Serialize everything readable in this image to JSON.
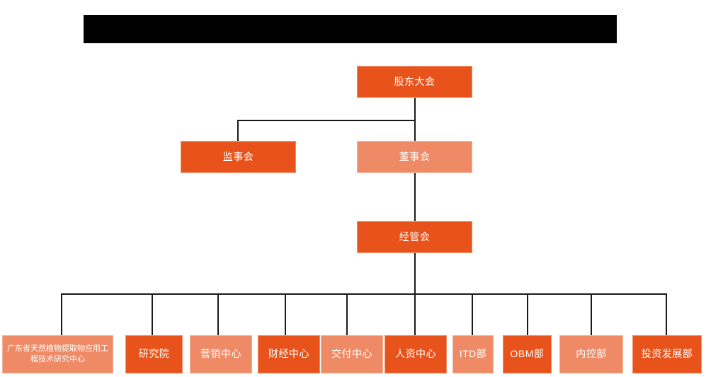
{
  "diagram": {
    "title_banner": {
      "label": "redacted-title-bar",
      "text": ""
    },
    "colors": {
      "deep_orange": "#E8531C",
      "light_orange": "#EE8A66",
      "line": "#1a1a1a",
      "banner": "#000000",
      "background": "#ffffff",
      "text": "#ffffff"
    },
    "levels": [
      {
        "name": "level-1",
        "nodes": [
          {
            "id": "shareholders-meeting",
            "label": "股东大会",
            "tone": "deep"
          }
        ]
      },
      {
        "name": "level-2",
        "nodes": [
          {
            "id": "board-of-supervisors",
            "label": "监事会",
            "tone": "deep"
          },
          {
            "id": "board-of-directors",
            "label": "董事会",
            "tone": "light"
          }
        ]
      },
      {
        "name": "level-3",
        "nodes": [
          {
            "id": "management-committee",
            "label": "经管会",
            "tone": "deep"
          }
        ]
      },
      {
        "name": "level-4",
        "nodes": [
          {
            "id": "gd-plant-extract-center",
            "label": "广东省天然植物提取物应用工程技术研究中心",
            "tone": "light"
          },
          {
            "id": "research-institute",
            "label": "研究院",
            "tone": "deep"
          },
          {
            "id": "marketing-center",
            "label": "营销中心",
            "tone": "light"
          },
          {
            "id": "finance-center",
            "label": "财经中心",
            "tone": "deep"
          },
          {
            "id": "delivery-center",
            "label": "交付中心",
            "tone": "light"
          },
          {
            "id": "hr-center",
            "label": "人资中心",
            "tone": "deep"
          },
          {
            "id": "itd-department",
            "label": "ITD部",
            "tone": "light"
          },
          {
            "id": "obm-department",
            "label": "OBM部",
            "tone": "deep"
          },
          {
            "id": "internal-control-department",
            "label": "内控部",
            "tone": "light"
          },
          {
            "id": "investment-development-department",
            "label": "投资发展部",
            "tone": "deep"
          }
        ]
      }
    ]
  }
}
